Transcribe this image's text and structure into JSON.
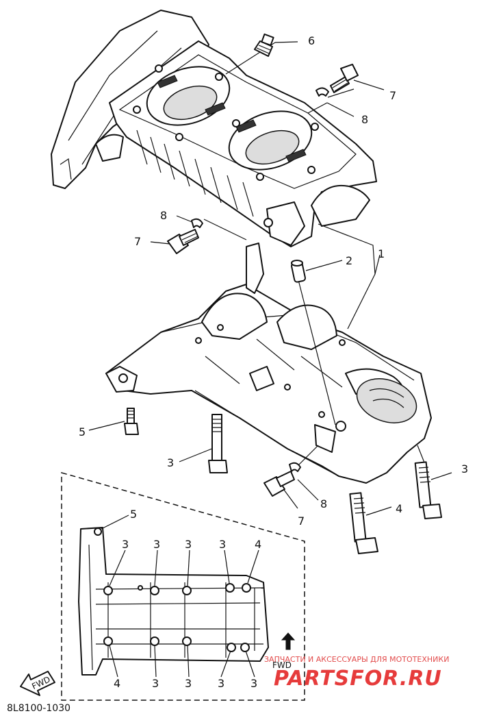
{
  "diagram": {
    "code": "8L8100-1030",
    "fwd_arrow_label": "FWD",
    "inset_fwd_label": "FWD"
  },
  "callouts": [
    {
      "id": "c6",
      "num": "6"
    },
    {
      "id": "c7a",
      "num": "7"
    },
    {
      "id": "c8a",
      "num": "8"
    },
    {
      "id": "c8b",
      "num": "8"
    },
    {
      "id": "c7b",
      "num": "7"
    },
    {
      "id": "c2",
      "num": "2"
    },
    {
      "id": "c1",
      "num": "1"
    },
    {
      "id": "c5a",
      "num": "5"
    },
    {
      "id": "c3a",
      "num": "3"
    },
    {
      "id": "c3b",
      "num": "3"
    },
    {
      "id": "c8c",
      "num": "8"
    },
    {
      "id": "c7c",
      "num": "7"
    },
    {
      "id": "c4a",
      "num": "4"
    },
    {
      "id": "c5b",
      "num": "5"
    },
    {
      "id": "i3a",
      "num": "3"
    },
    {
      "id": "i3b",
      "num": "3"
    },
    {
      "id": "i3c",
      "num": "3"
    },
    {
      "id": "i3d",
      "num": "3"
    },
    {
      "id": "i4a",
      "num": "4"
    },
    {
      "id": "i4b",
      "num": "4"
    },
    {
      "id": "i3e",
      "num": "3"
    },
    {
      "id": "i3f",
      "num": "3"
    },
    {
      "id": "i3g",
      "num": "3"
    },
    {
      "id": "i3h",
      "num": "3"
    }
  ],
  "watermark": {
    "tagline": "ЗАПЧАСТИ И АКСЕССУАРЫ ДЛЯ МОТОТЕХНИКИ",
    "brand": "PARTSFOR.RU",
    "accent_color": "#e63b3b"
  }
}
